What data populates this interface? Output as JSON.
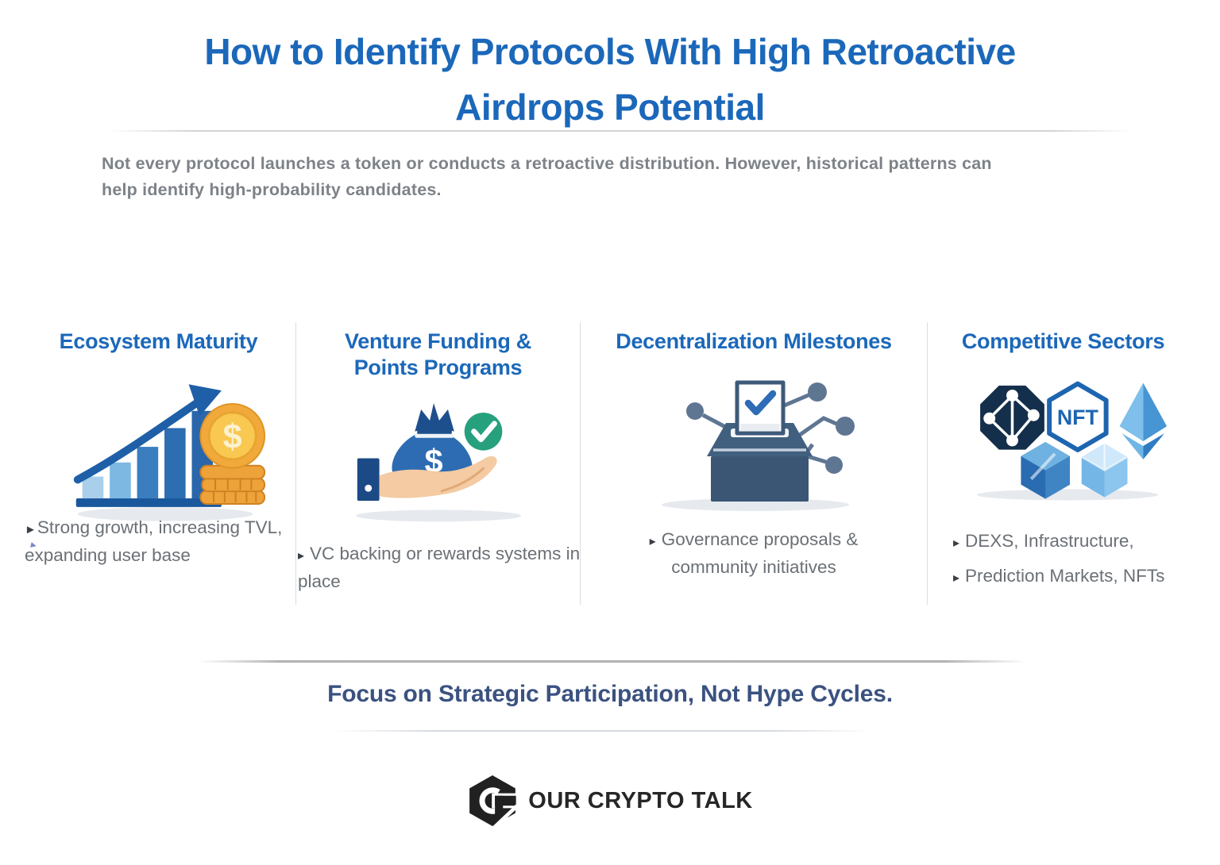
{
  "colors": {
    "heading_blue": "#1b68ba",
    "tagline_navy": "#3b5280",
    "subtitle_gray": "#7d8288",
    "bullet_gray": "#6b7076",
    "divider_gray": "#dadde0",
    "coin_gold": "#f2a93c",
    "check_green": "#27a07e",
    "bag_blue": "#2d6cb2",
    "ballot_slate": "#3e5a7a",
    "logo_black": "#212121"
  },
  "header": {
    "title_lines": [
      "How to Identify Protocols With High Retroactive",
      "Airdrops Potential"
    ],
    "subtitle_lines": [
      "Not every protocol launches a token or conducts a retroactive distribution. However, historical patterns can",
      "help identify high-probability candidates."
    ]
  },
  "columns": [
    {
      "heading": "Ecosystem Maturity",
      "icon": "growth-chart-with-coins",
      "extra_marker": "▸",
      "bullets": [
        {
          "marker": "►",
          "text": "Strong growth, increasing TVL, expanding user base"
        }
      ]
    },
    {
      "heading": "Venture Funding & Points Programs",
      "icon": "hand-holding-money-bag-with-check",
      "bullets": [
        {
          "marker": "▸",
          "text": "VC backing or rewards systems in place"
        }
      ]
    },
    {
      "heading": "Decentralization Milestones",
      "icon": "ballot-box-with-network-nodes",
      "bullets": [
        {
          "marker": "▸",
          "text": "Governance proposals & community initiatives"
        }
      ]
    },
    {
      "heading": "Competitive Sectors",
      "icon": "crypto-sector-badges",
      "bullets": [
        {
          "marker": "▸",
          "text": "DEXS, Infrastructure,"
        },
        {
          "marker": "▸",
          "text": "Prediction Markets, NFTs"
        }
      ]
    }
  ],
  "icon_labels": {
    "coin_symbol": "$",
    "bag_symbol": "$",
    "nft_badge": "NFT"
  },
  "footer": {
    "tagline": "Focus on Strategic Participation, Not Hype Cycles.",
    "brand": "OUR CRYPTO TALK"
  }
}
